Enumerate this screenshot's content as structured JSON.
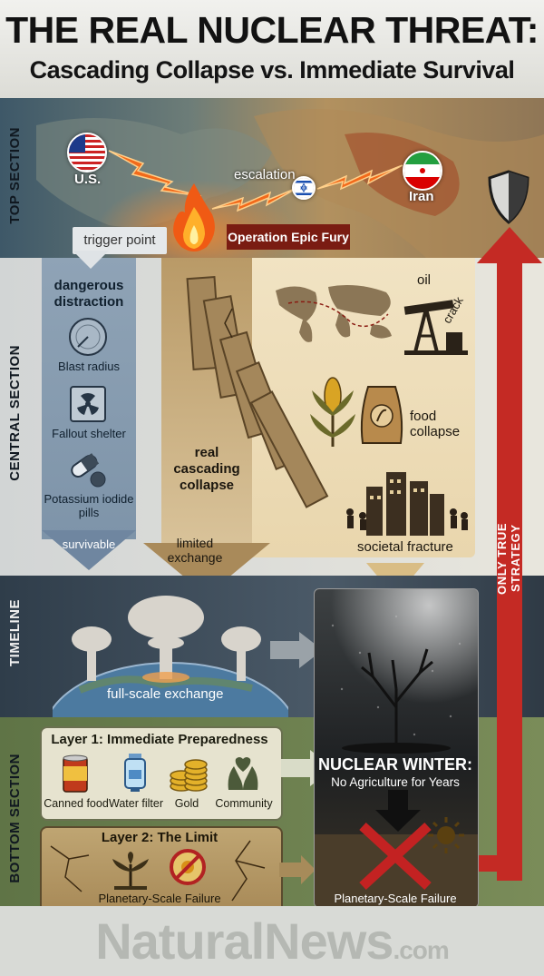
{
  "title": {
    "main": "THE REAL NUCLEAR THREAT:",
    "subtitle": "Cascading Collapse vs. Immediate Survival"
  },
  "sections": {
    "top": "TOP SECTION",
    "central": "CENTRAL SECTION",
    "timeline": "TIMELINE",
    "bottom": "BOTTOM SECTION"
  },
  "top": {
    "us_label": "U.S.",
    "escalation_label": "escalation",
    "iran_label": "Iran",
    "trigger_label": "trigger point",
    "operation_label": "Operation Epic Fury"
  },
  "central": {
    "left_title": "dangerous distraction",
    "left_items": [
      "Blast radius",
      "Fallout shelter",
      "Potassium iodide pills"
    ],
    "left_bottom": "survivable",
    "middle_title": "real cascading collapse",
    "middle_bottom": "limited exchange",
    "oil_label": "oil",
    "crack_label": "crack",
    "food_label": "food collapse",
    "societal_label": "societal fracture"
  },
  "timeline": {
    "exchange_label": "full-scale exchange"
  },
  "winter": {
    "title": "NUCLEAR WINTER:",
    "subtitle": "No Agriculture for Years",
    "footer": "Planetary-Scale Failure"
  },
  "layer1": {
    "title": "Layer 1: Immediate Preparedness",
    "items": [
      "Canned food",
      "Water filter",
      "Gold",
      "Community"
    ]
  },
  "layer2": {
    "title": "Layer 2: The Limit",
    "caption": "Planetary-Scale Failure"
  },
  "strategy_label": "ONLY TRUE STRATEGY",
  "footer": {
    "brand": "NaturalNews",
    "tld": ".com"
  },
  "colors": {
    "accent_red": "#c42a24",
    "fire_orange": "#f07a1a",
    "left_column_blue": "#8699ad",
    "middle_column_tan": "#c3a574"
  }
}
